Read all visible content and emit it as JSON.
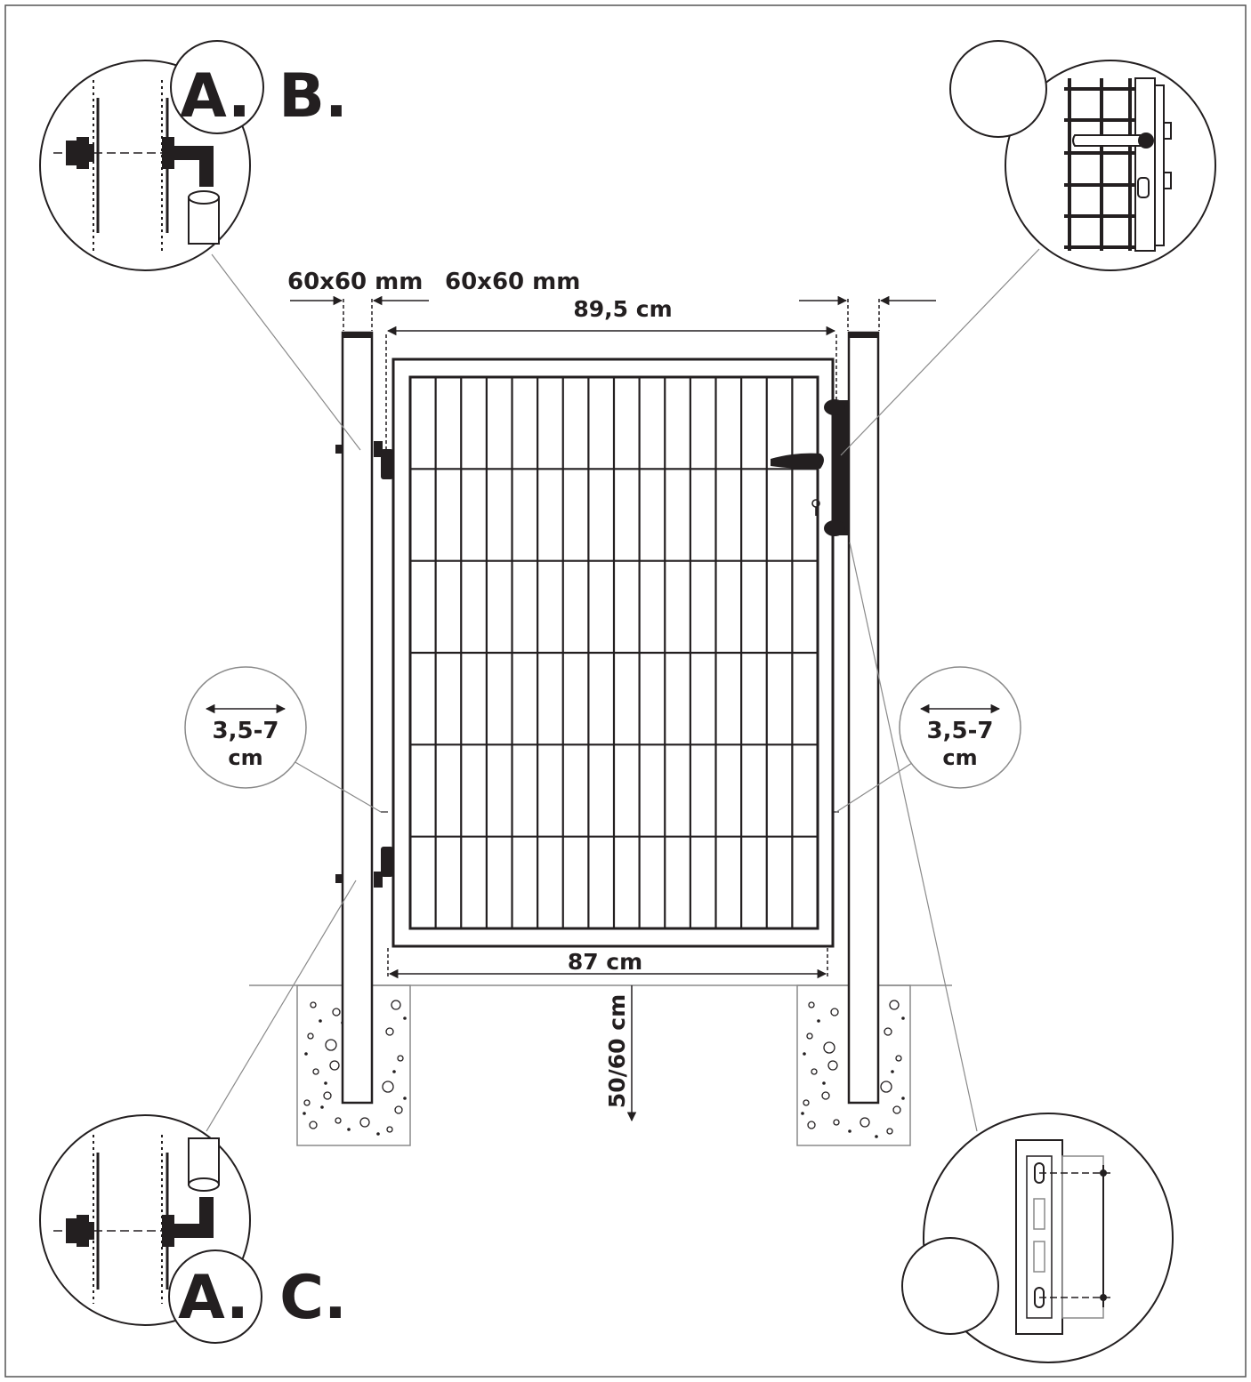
{
  "labels": {
    "post_size_left": "60x60 mm",
    "post_size_right": "60x60 mm",
    "width_top": "89,5 cm",
    "width_bottom": "87 cm",
    "depth": "50/60 cm",
    "gap_left_value": "3,5-7",
    "gap_left_unit": "cm",
    "gap_right_value": "3,5-7",
    "gap_right_unit": "cm",
    "detail_a_top": "A.",
    "detail_b": "B.",
    "detail_a_bottom": "A.",
    "detail_c": "C."
  },
  "colors": {
    "ink": "#231f20",
    "guide": "#8a8a8a",
    "border": "#555555"
  },
  "mesh": {
    "vertical_bars": 16,
    "horizontal_bars": 6
  }
}
